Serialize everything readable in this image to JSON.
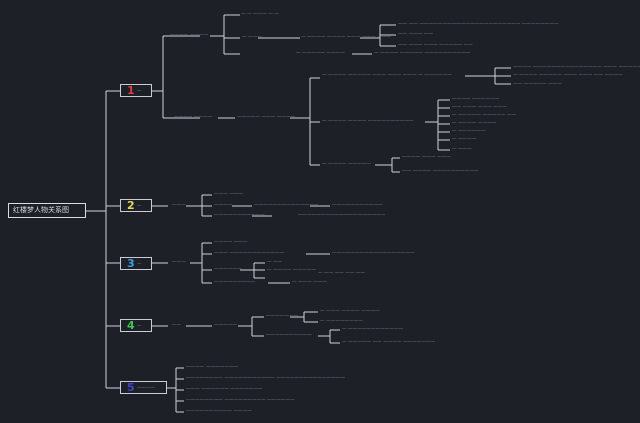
{
  "root": {
    "label": "红楼梦人物关系图"
  },
  "branches": [
    {
      "number": "1",
      "number_color": "#e23b3b",
      "suffix": "—"
    },
    {
      "number": "2",
      "number_color": "#e7d84a",
      "suffix": "—"
    },
    {
      "number": "3",
      "number_color": "#3aa0e6",
      "suffix": "—"
    },
    {
      "number": "4",
      "number_color": "#3ec44a",
      "suffix": "—"
    },
    {
      "number": "5",
      "number_color": "#3b45c9",
      "suffix": "————"
    }
  ],
  "nodes": {
    "b1_top": "———— ————",
    "b1_top_a": "— — ——— — —",
    "b1_top_b": "— ———",
    "b1_top_b1": "— ———— ———— ——— ——— ———",
    "b1_top_b1a": "—— —— —————————————————————— ————————",
    "b1_top_b1b": "—— ——— ——",
    "b1_top_b1c": "—— ——— ——— ————— ——",
    "b1_top_c": "— ————— ————",
    "b1_top_c1": "— ———— ————— ——————————",
    "b1_bot": "———— ————",
    "b1_bot_a": "————— ——— ————",
    "b1_bot_a1": "— ———— ————— ——— ——— ——— — ——————",
    "b1_bot_a1a": "———— ——————————————— ——— ————— ———",
    "b1_bot_a1b": "— ———— ————— ——— ——— —— ————",
    "b1_bot_a1c": "—— ————— ———",
    "b1_bot_a2": "— ———— ———— ——————————",
    "b1_bot_a2a": "———— ——————",
    "b1_bot_a2b": "—— ——— ——— ———",
    "b1_bot_a2c": "— ————— ————— ——",
    "b1_bot_a2d": "— ———— ————",
    "b1_bot_a2e": "— ——————",
    "b1_bot_a2f": "— ————",
    "b1_bot_a2g": "— ———",
    "b1_bot_a3": "— ———— —————",
    "b1_bot_a3a": "———— ——— ———",
    "b1_bot_a3b": "—— ———— ——————————",
    "b2_main": "———",
    "b2_a": "——— ———",
    "b2_b": "————",
    "b2_b1": "——————————————",
    "b2_b2": "———————————",
    "b2_c": "———————————",
    "b2_c1": "———————————————————",
    "b3_main": "———",
    "b3_a": "———— ———",
    "b3_b": "——— ————————————",
    "b3_b1": "——————————————————",
    "b3_c": "——————",
    "b3_c1": "— ——",
    "b3_c2": "— ———— —————",
    "b3_c3": "— —— —— —— ——",
    "b3_d": "—————————",
    "b3_d1": "— ——— ———",
    "b4_main": "——",
    "b4_a": "—————",
    "b4_a1": "———————",
    "b4_a1a": "— ——— ———— ————",
    "b4_a1b": "— ————————",
    "b4_a2": "——————————",
    "b4_a2a": "— ————————————",
    "b4_a2b": "— ————— —— ———— ———————",
    "b5_a": "———— ———————",
    "b5_b": "———————— ——————————— ———————————————",
    "b5_c": "——— —————— ———————",
    "b5_d": "———————— ————————— ——————",
    "b5_e": "—————————— ————"
  }
}
